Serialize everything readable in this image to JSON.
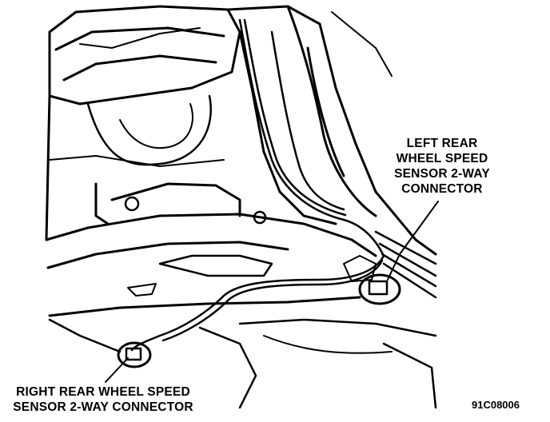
{
  "labels": {
    "left_rear": [
      "LEFT REAR",
      "WHEEL SPEED",
      "SENSOR 2-WAY",
      "CONNECTOR"
    ],
    "right_rear": [
      "RIGHT REAR WHEEL SPEED",
      "SENSOR 2-WAY CONNECTOR"
    ]
  },
  "figure_code": "91C08006"
}
